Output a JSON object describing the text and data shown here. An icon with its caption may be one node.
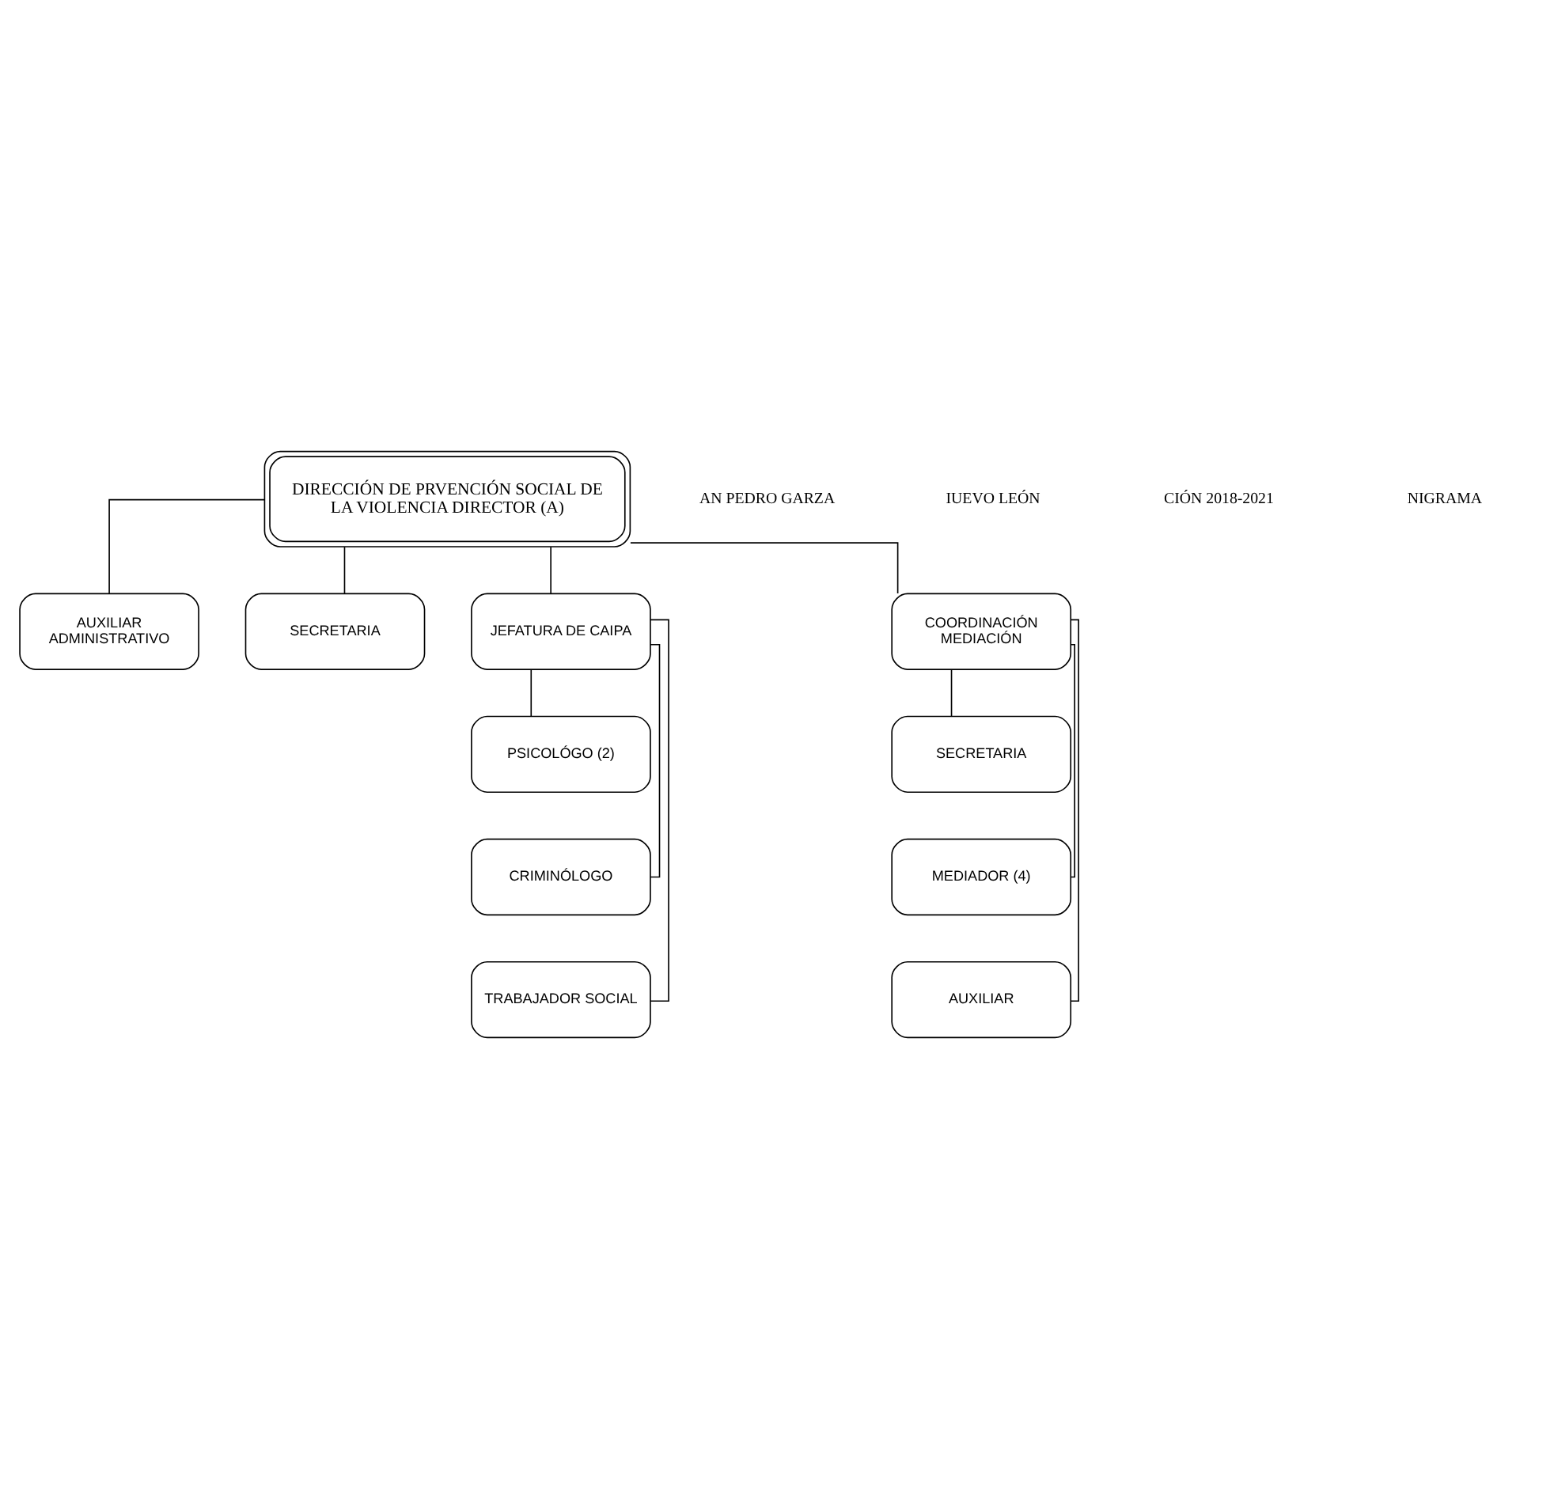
{
  "diagram": {
    "nodes": [
      {
        "text": [
          "DIRECCIÓN DE PRVENCIÓN SOCIAL DE LA VIOLENCIA DIRECTOR (A)"
        ]
      },
      {
        "text": [
          "AUXILIAR ADMINISTRATIVO"
        ]
      },
      {
        "text": [
          "SECRETARIA"
        ]
      },
      {
        "text": [
          "JEFATURA DE CAIPA"
        ]
      },
      {
        "text": [
          "PSICOLÓGO (2)"
        ]
      },
      {
        "text": [
          "CRIMINÓLOGO"
        ]
      },
      {
        "text": [
          "TRABAJADOR SOCIAL"
        ]
      },
      {
        "text": [
          "COORDINACIÓN MEDIACIÓN"
        ]
      },
      {
        "text": [
          "SECRETARIA"
        ]
      },
      {
        "text": [
          "MEDIADOR (4)"
        ]
      },
      {
        "text": [
          "AUXILIAR"
        ]
      }
    ],
    "edges": [
      {
        "from": 0,
        "to": 1,
        "arrow": "none"
      },
      {
        "from": 0,
        "to": 2,
        "arrow": "none"
      },
      {
        "from": 0,
        "to": 3,
        "arrow": "none"
      },
      {
        "from": 0,
        "to": 7,
        "arrow": "none"
      },
      {
        "from": 3,
        "to": 4,
        "arrow": "none"
      },
      {
        "from": 3,
        "to": 5,
        "arrow": "none"
      },
      {
        "from": 3,
        "to": 6,
        "arrow": "none"
      },
      {
        "from": 7,
        "to": 8,
        "arrow": "none"
      },
      {
        "from": 7,
        "to": 9,
        "arrow": "none"
      },
      {
        "from": 7,
        "to": 10,
        "arrow": "none"
      }
    ],
    "labels": [
      "AN PEDRO GARZA",
      "IUEVO LEÓN",
      "CIÓN 2018-2021",
      "NIGRAMA"
    ]
  }
}
